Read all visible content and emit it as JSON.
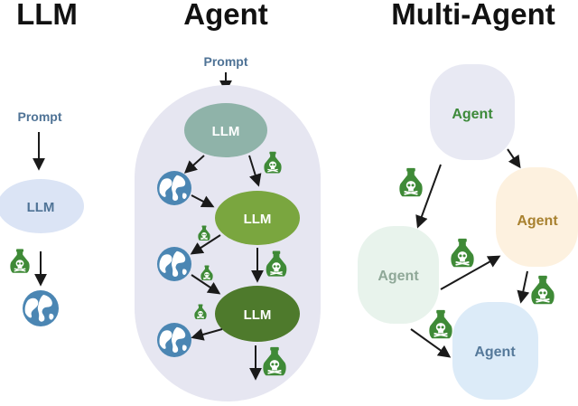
{
  "titles": {
    "llm": "LLM",
    "agent": "Agent",
    "multi_agent": "Multi-Agent"
  },
  "llm_panel": {
    "prompt": "Prompt",
    "node": "LLM"
  },
  "agent_panel": {
    "prompt": "Prompt",
    "nodes": [
      "LLM",
      "LLM",
      "LLM"
    ]
  },
  "multi_agent_panel": {
    "agents": [
      "Agent",
      "Agent",
      "Agent",
      "Agent"
    ]
  },
  "colors": {
    "prompt_text": "#4f7396",
    "llm_node": "#dbe4f5",
    "llm_node_text": "#4f7396",
    "agent_container": "#e6e6f1",
    "agent_llm_1": "#8fb3a9",
    "agent_llm_2": "#7aa63f",
    "agent_llm_3": "#4e7a2c",
    "agent_top": "#e8e9f3",
    "agent_top_text": "#3d8a3a",
    "agent_right": "#fdf1df",
    "agent_right_text": "#a8812f",
    "agent_left": "#e8f3ec",
    "agent_left_text": "#8fa898",
    "agent_bottom": "#dcebf8",
    "agent_bottom_text": "#55799a",
    "tool_icon": "#3f8a37",
    "globe": "#4b86b3",
    "arrow": "#1a1a1a"
  }
}
